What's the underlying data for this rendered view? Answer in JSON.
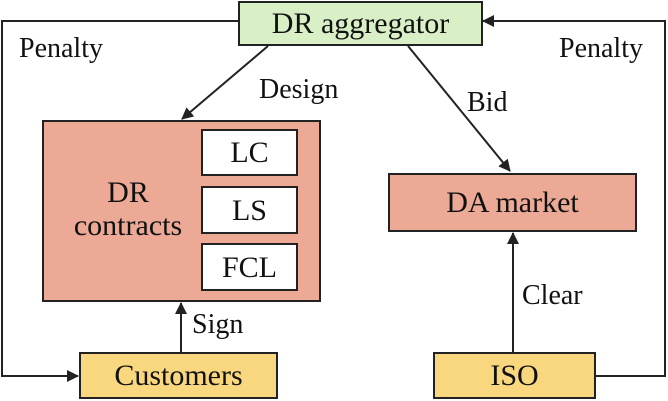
{
  "nodes": {
    "aggregator": "DR aggregator",
    "dr_contracts": "DR contracts",
    "contract_types": [
      "LC",
      "LS",
      "FCL"
    ],
    "da_market": "DA market",
    "customers": "Customers",
    "iso": "ISO"
  },
  "edges": {
    "penalty_left": "Penalty",
    "penalty_right": "Penalty",
    "design": "Design",
    "bid": "Bid",
    "sign": "Sign",
    "clear": "Clear"
  },
  "colors": {
    "aggregator_fill": "#d9efc6",
    "contracts_fill": "#eba996",
    "market_fill": "#eba996",
    "customers_fill": "#f8d77e",
    "iso_fill": "#f8d77e",
    "line": "#222222"
  }
}
